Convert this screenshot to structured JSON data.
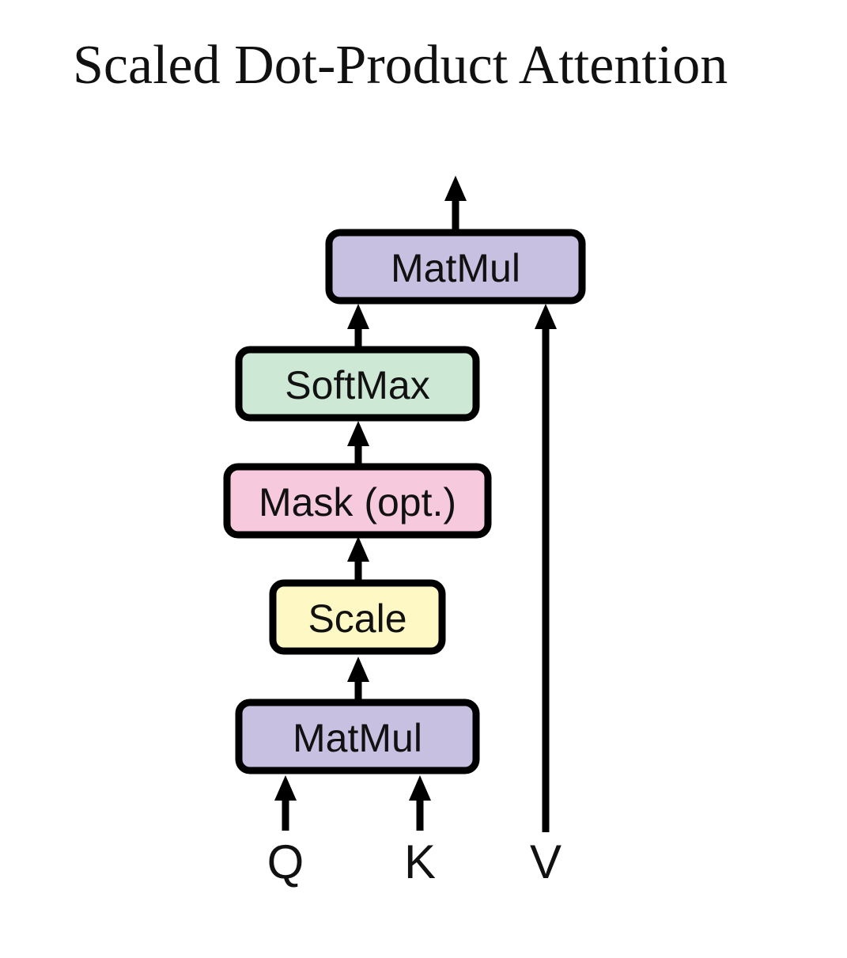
{
  "title": "Scaled Dot-Product Attention",
  "colors": {
    "matmul": "#c8c0e0",
    "softmax": "#cde8d4",
    "mask": "#f7c9dd",
    "scale": "#fdf8c4",
    "stroke": "#000000"
  },
  "blocks": {
    "matmul_top": "MatMul",
    "softmax": "SoftMax",
    "mask": "Mask (opt.)",
    "scale": "Scale",
    "matmul_bottom": "MatMul"
  },
  "inputs": {
    "q": "Q",
    "k": "K",
    "v": "V"
  }
}
